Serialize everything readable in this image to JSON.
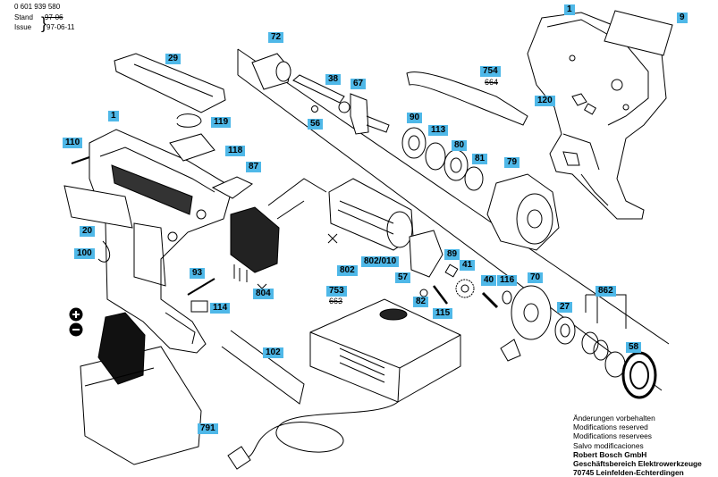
{
  "header": {
    "doc_number": "0 601 939 580",
    "stand_label": "Stand",
    "issue_label": "Issue",
    "old_date": "97-06",
    "date": "97-06-11"
  },
  "parts": {
    "p1a": "1",
    "p1b": "1",
    "p9": "9",
    "p20": "20",
    "p27": "27",
    "p29": "29",
    "p38": "38",
    "p40": "40",
    "p41": "41",
    "p57": "57",
    "p58": "58",
    "p67": "67",
    "p70": "70",
    "p72": "72",
    "p79": "79",
    "p80": "80",
    "p81": "81",
    "p82": "82",
    "p87": "87",
    "p89": "89",
    "p90": "90",
    "p93": "93",
    "p100": "100",
    "p102": "102",
    "p110": "110",
    "p113": "113",
    "p114": "114",
    "p115": "115",
    "p116": "116",
    "p118": "118",
    "p119": "119",
    "p120": "120",
    "p753": "753",
    "p754": "754",
    "p791": "791",
    "p802": "802",
    "p802b": "802/010",
    "p804": "804",
    "p862": "862"
  },
  "strikes": {
    "s663": "663",
    "s664": "664"
  },
  "footer": {
    "line1": "Änderungen vorbehalten",
    "line2": "Modifications reserved",
    "line3": "Modifications reservees",
    "line4": "Salvo modificaciones",
    "company": "Robert Bosch GmbH",
    "division": "Geschäftsbereich Elektrowerkzeuge",
    "address": "70745 Leinfelden-Echterdingen"
  }
}
